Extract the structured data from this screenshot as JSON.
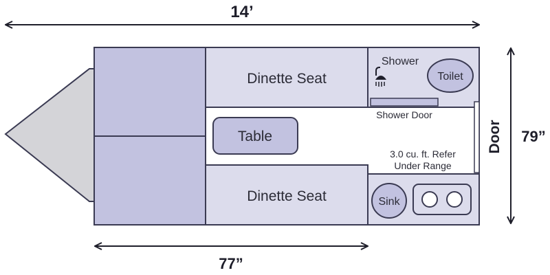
{
  "dimensions": {
    "length": "14’",
    "width": "79”",
    "interior": "77”"
  },
  "rooms": {
    "dinette_top": "Dinette Seat",
    "dinette_bottom": "Dinette Seat",
    "table": "Table",
    "shower": "Shower",
    "toilet": "Toilet",
    "shower_door": "Shower Door",
    "refer_line1": "3.0 cu. ft. Refer",
    "refer_line2": "Under Range",
    "sink": "Sink"
  },
  "door_label": "Door",
  "colors": {
    "fill": "#dcdcec",
    "fill_dark": "#c2c2e0",
    "outline": "#3a3a52",
    "hitch": "#d4d4d8"
  }
}
